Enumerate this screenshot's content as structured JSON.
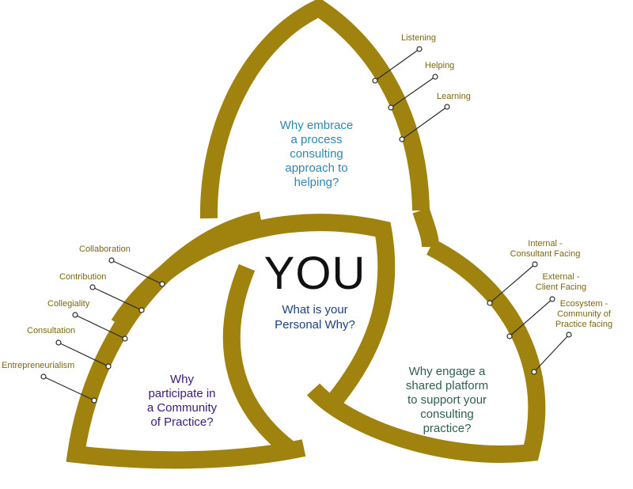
{
  "center": {
    "title": "YOU",
    "question": "What is your\nPersonal Why?"
  },
  "lobes": {
    "top": {
      "question": "Why embrace\na process\nconsulting\napproach to\nhelping?",
      "labels": [
        "Listening",
        "Helping",
        "Learning"
      ]
    },
    "left": {
      "question": "Why\nparticipate in\na Community\nof Practice?",
      "labels": [
        "Collaboration",
        "Contribution",
        "Collegiality",
        "Consultation",
        "Entrepreneurialism"
      ]
    },
    "right": {
      "question": "Why engage a\nshared platform\nto support your\nconsulting\npractice?",
      "labels": [
        "Internal -\nConsultant Facing",
        "External -\nClient Facing",
        "Ecosystem -\nCommunity of\nPractice facing"
      ]
    }
  },
  "colors": {
    "band": "#a0820f",
    "label_text": "#7c6710",
    "leader_line": "#2b2b2b",
    "center_title": "#111111",
    "center_question": "#1d3f83",
    "top_question": "#2e88b0",
    "left_question": "#3b1a78",
    "right_question": "#2f5e52"
  }
}
